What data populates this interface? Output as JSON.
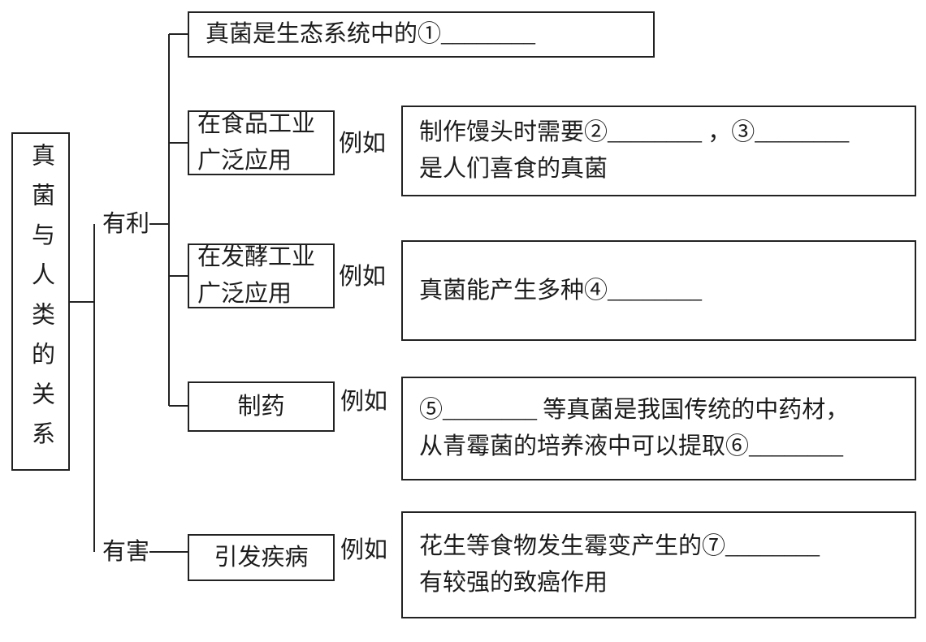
{
  "diagram_title": "真菌与人类的关系",
  "root": {
    "label": "真菌与人类的关系"
  },
  "branches": {
    "beneficial": {
      "label": "有利"
    },
    "harmful": {
      "label": "有害"
    }
  },
  "labels": {
    "example": "例如"
  },
  "nodes": {
    "ecosystem": {
      "text": "真菌是生态系统中的①________"
    },
    "food_industry": {
      "line1": "在食品工业",
      "line2": "广泛应用"
    },
    "food_example": {
      "line1": "制作馒头时需要②________ ，③________",
      "line2": "是人们喜食的真菌"
    },
    "ferment_industry": {
      "line1": "在发酵工业",
      "line2": "广泛应用"
    },
    "ferment_example": {
      "text": "真菌能产生多种④________"
    },
    "pharma": {
      "label": "制药"
    },
    "pharma_example": {
      "line1": "⑤________ 等真菌是我国传统的中药材，",
      "line2": "从青霉菌的培养液中可以提取⑥________"
    },
    "disease": {
      "label": "引发疾病"
    },
    "disease_example": {
      "line1": "花生等食物发生霉变产生的⑦________",
      "line2": "有较强的致癌作用"
    }
  }
}
